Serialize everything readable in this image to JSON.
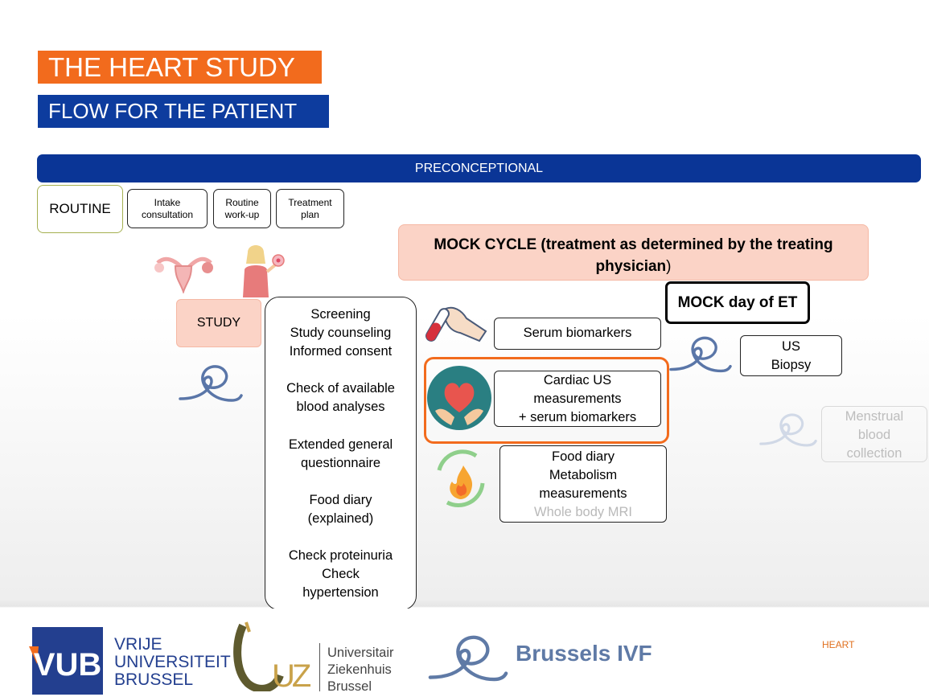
{
  "header": {
    "title": "THE HEART STUDY",
    "subtitle": "FLOW FOR THE PATIENT"
  },
  "banner": "PRECONCEPTIONAL",
  "routine": {
    "label": "ROUTINE",
    "steps": [
      "Intake consultation",
      "Routine work-up",
      "Treatment plan"
    ]
  },
  "mock_cycle": {
    "bold": "MOCK CYCLE (treatment as determined by the treating physician",
    "tail": ")"
  },
  "mock_et": "MOCK day of ET",
  "study": "STUDY",
  "study_list": [
    "Screening",
    "Study counseling",
    "Informed consent",
    "Check of available",
    "blood analyses",
    "Extended general",
    "questionnaire",
    "Food diary",
    "(explained)",
    "Check proteinuria",
    "Check",
    "hypertension"
  ],
  "serum": "Serum biomarkers",
  "cardiac": [
    "Cardiac US",
    "measurements",
    "+ serum biomarkers"
  ],
  "food": [
    "Food diary",
    "Metabolism",
    "measurements",
    "Whole body MRI"
  ],
  "us_biopsy": [
    "US",
    "Biopsy"
  ],
  "menstrual": [
    "Menstrual",
    "blood",
    "collection"
  ],
  "footer": {
    "vub": [
      "VRIJE",
      "UNIVERSITEIT",
      "BRUSSEL"
    ],
    "vub_logo": "VUB",
    "uz": [
      "Universitair",
      "Ziekenhuis",
      "Brussel"
    ],
    "uz_logo": "UZ",
    "bivf": "Brussels IVF",
    "tag": "HEART"
  },
  "colors": {
    "orange": "#f26b1d",
    "blue": "#0d3c9e",
    "salmon": "#fbd3c6"
  }
}
